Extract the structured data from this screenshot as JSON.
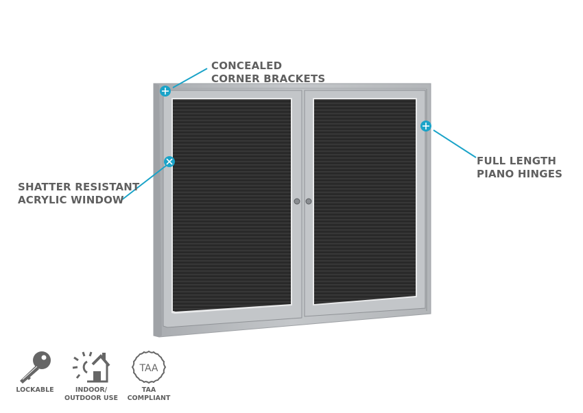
{
  "callouts": {
    "corner_brackets": {
      "line1": "CONCEALED",
      "line2": "CORNER BRACKETS",
      "marker": "plus"
    },
    "acrylic_window": {
      "line1": "SHATTER RESISTANT",
      "line2": "ACRYLIC WINDOW",
      "marker": "x"
    },
    "piano_hinges": {
      "line1": "FULL LENGTH",
      "line2": "PIANO HINGES",
      "marker": "plus"
    }
  },
  "features": [
    {
      "icon": "key-icon",
      "line1": "LOCKABLE",
      "line2": ""
    },
    {
      "icon": "sun-house-icon",
      "line1": "INDOOR/",
      "line2": "OUTDOOR USE"
    },
    {
      "icon": "taa-badge-icon",
      "line1": "TAA",
      "line2": "COMPLIANT"
    }
  ],
  "product": {
    "name": "Two-door enclosed letter board cabinet",
    "doors": 2,
    "frame_color": "#b9bcbf",
    "board_color": "#2a2a2a"
  },
  "colors": {
    "accent": "#1aa3c8",
    "text": "#5f5f5f",
    "icon": "#666666"
  },
  "taa_badge_text": "TAA"
}
